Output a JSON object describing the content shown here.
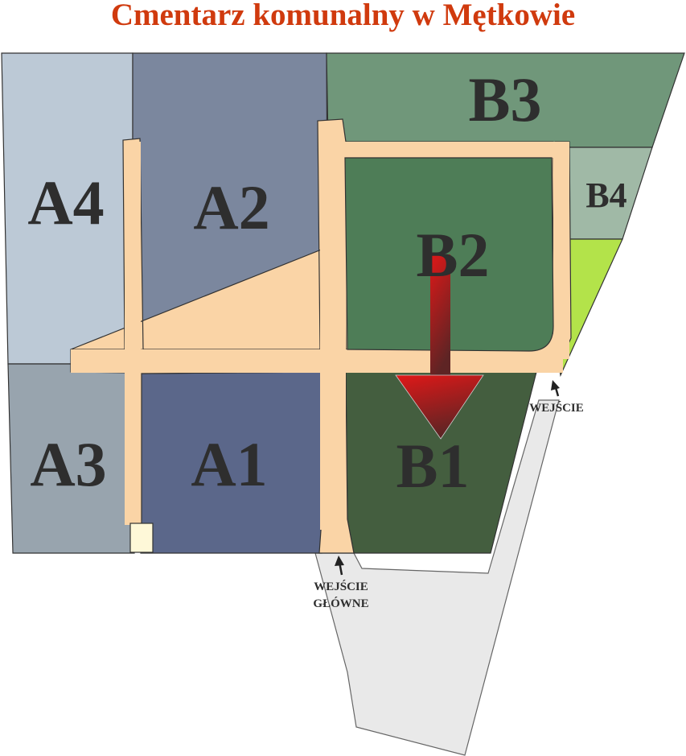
{
  "title": "Cmentarz komunalny w Mętkowie",
  "sections": {
    "A1": {
      "label": "A1",
      "color": "#5b678a"
    },
    "A2": {
      "label": "A2",
      "color": "#7b879e"
    },
    "A3": {
      "label": "A3",
      "color": "#98a4ae"
    },
    "A4": {
      "label": "A4",
      "color": "#bcc9d6"
    },
    "B1": {
      "label": "B1",
      "color": "#445e3f"
    },
    "B2": {
      "label": "B2",
      "color": "#4e7d57"
    },
    "B3": {
      "label": "B3",
      "color": "#70977a"
    },
    "B4": {
      "label": "B4",
      "color": "#a0b9a6"
    }
  },
  "entrances": {
    "side": "WEJŚCIE",
    "main_line1": "WEJŚCIE",
    "main_line2": "GŁÓWNE"
  },
  "colors": {
    "path": "#fad4a6",
    "lime": "#b3e34a",
    "parking": "#e9e9e9",
    "arrow": "#c41a1a",
    "title": "#d03a0e"
  }
}
